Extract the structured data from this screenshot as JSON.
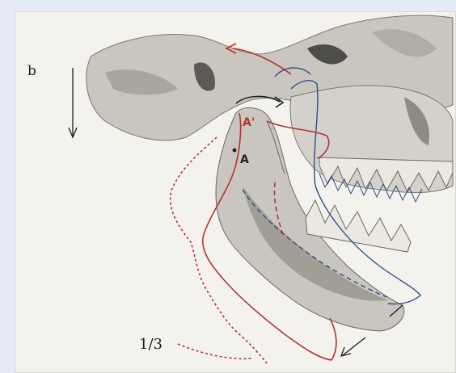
{
  "figure": {
    "panel_label": "b",
    "scale_label": "1/3",
    "point_a": "A",
    "point_a_prime": "A'",
    "colors": {
      "bone": "#c6c3bc",
      "bone_shadow": "#6b6862",
      "outline_red": "#b8322e",
      "outline_blue": "#2c4f8c",
      "ink": "#1d1d1d"
    }
  }
}
